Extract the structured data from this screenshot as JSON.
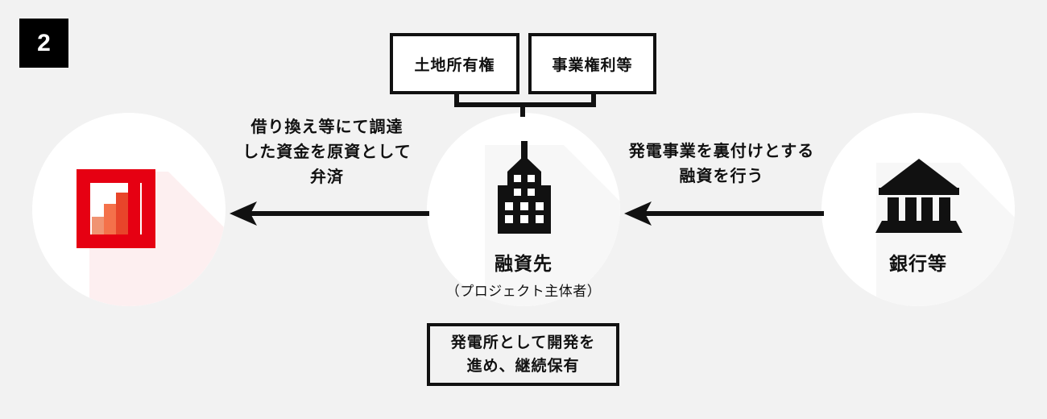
{
  "diagram": {
    "step_badge": "2",
    "background_color": "#f2f2f2",
    "accent_color": "#e60012",
    "nodes": [
      {
        "id": "borrower-company",
        "icon": "bar-chart-icon",
        "title": "",
        "subtitle": ""
      },
      {
        "id": "loan-recipient",
        "icon": "office-building-icon",
        "title": "融資先",
        "subtitle": "（プロジェクト主体者）"
      },
      {
        "id": "bank",
        "icon": "bank-icon",
        "title": "銀行等",
        "subtitle": ""
      }
    ],
    "top_boxes": [
      {
        "id": "land-ownership",
        "label": "土地所有権"
      },
      {
        "id": "business-rights",
        "label": "事業権利等"
      }
    ],
    "bottom_box": {
      "id": "power-plant-development",
      "line1": "発電所として開発を",
      "line2": "進め、継続保有"
    },
    "edges": [
      {
        "id": "repayment-arrow",
        "direction": "left",
        "label_lines": [
          "借り換え等にて調達",
          "した資金を原資として",
          "弁済"
        ]
      },
      {
        "id": "loan-arrow",
        "direction": "left",
        "label_lines": [
          "発電事業を裏付けとする",
          "融資を行う"
        ]
      }
    ],
    "chart_icon_bars": [
      {
        "height": 22,
        "color": "#f09372"
      },
      {
        "height": 38,
        "color": "#f4714a"
      },
      {
        "height": 52,
        "color": "#e8452a"
      },
      {
        "height": 66,
        "color": "#e60012"
      }
    ]
  }
}
